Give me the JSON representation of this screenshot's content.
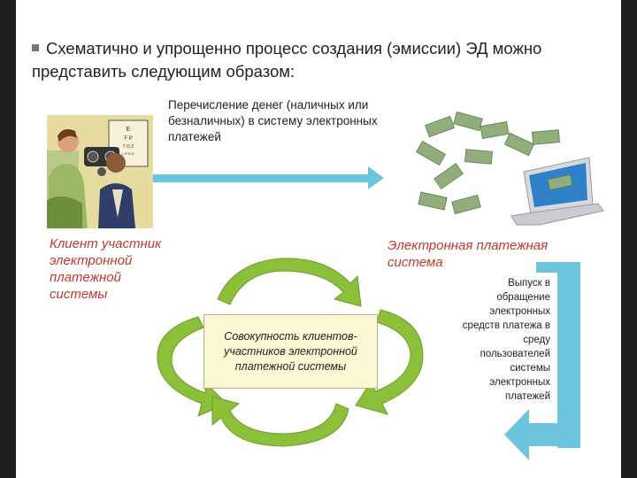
{
  "slide": {
    "header_text": "Схематично и упрощенно процесс создания (эмиссии) ЭД можно представить следующим образом:",
    "transfer_text": "Перечисление денег (наличных или безналичных) в систему электронных платежей",
    "client_label": "Клиент участник электронной платежной системы",
    "eps_label": "Электронная платежная система",
    "issue_text": "Выпуск в обращение электронных средств платежа в среду пользователей системы электронных платежей",
    "center_box_text": "Совокупность клиентов-участников электронной платежной системы"
  },
  "colors": {
    "arrow_blue": "#6cc4dd",
    "cycle_green": "#8cbf3a",
    "label_red": "#c0392b",
    "box_fill": "#fbf8d3"
  }
}
